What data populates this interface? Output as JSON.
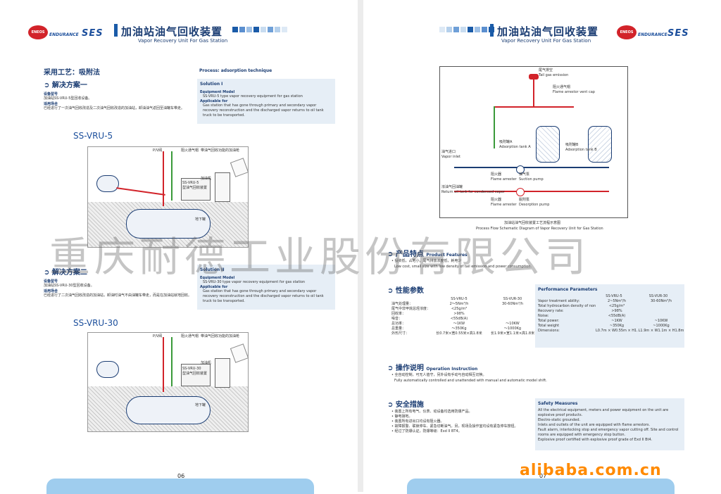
{
  "header": {
    "title_cn": "加油站油气回收装置",
    "title_en": "Vapor Recovery Unit For Gas Station",
    "logo_eneos": "ENEOS",
    "logo_endurance": "ENDURANCE",
    "logo_ses": "SES"
  },
  "left": {
    "process_cn": "采用工艺：吸附法",
    "process_en": "Process: adsorption technique",
    "solution1": {
      "heading_cn": "解决方案一",
      "heading_en": "Solution I",
      "model_label_cn": "设备型号",
      "model_text_cn": "加油站SS-VRU-5型回收设备。",
      "app_label_cn": "适用场合",
      "app_text_cn": "已经进行了一次油气回收改造及二次油气回收改造的加油站，卸油油气返回至油罐车带走。",
      "model_label_en": "Equipment Model",
      "model_text_en": "SS-VRU-5 type vapor recovery equipment for gas station",
      "app_label_en": "Applicable for",
      "app_text_en": "Gas station that has gone through primary and secondary vapor recovery reconstruction and the discharged vapor returns to oil tank truck to be transported.",
      "diagram_title": "SS-VRU-5",
      "labels": {
        "pv": "P/V阀",
        "flame": "阻火通气帽",
        "nozzle": "带油气回收功能的加油枪",
        "device": "SS-VRU-5\n型油气回收装置",
        "machine": "加油机",
        "tank": "地下罐"
      }
    },
    "solution2": {
      "heading_cn": "解决方案二",
      "heading_en": "Solution II",
      "model_label_cn": "设备型号",
      "model_text_cn": "加油站SS-VRU-30型回收设备。",
      "app_label_cn": "适用场合",
      "app_text_cn": "已经进行了二次油气回收改造的加油站，卸油时油气不由油罐车带走，而是在加油站就地回收。",
      "model_label_en": "Equipment Model",
      "model_text_en": "SS-VRU-30 type vapor recovery equipment for gas station",
      "app_label_en": "Applicable for",
      "app_text_en": "Gas station that has gone through primary and secondary vapor recovery reconstruction and the discharged vapor returns to oil tank truck to be transported.",
      "diagram_title": "SS-VRU-30",
      "labels": {
        "pv": "P/V阀",
        "flame": "阻火通气帽",
        "nozzle": "带油气回收功能的加油枪",
        "device": "SS-VRU-30\n型油气回收装置",
        "machine": "加油机",
        "tank": "地下罐"
      }
    },
    "page_number": "06"
  },
  "right": {
    "flow": {
      "caption_cn": "加油站油气回收装置工艺流程示意图",
      "caption_en": "Process Flow Schematic Diagram of Vapor Recovery Unit for Gas Station",
      "vent": "尾气排空",
      "vent_en": "Tail gas emission",
      "cap": "阻火通气帽",
      "cap_en": "Flame arrestor vent cap",
      "tankA": "吸附罐A",
      "tankA_en": "Adsorption tank A",
      "tankB": "吸附罐B",
      "tankB_en": "Adsorption tank B",
      "inlet": "油气进口",
      "inlet_en": "Vapor inlet",
      "arrester1": "阻火器",
      "arrester1_en": "Flame arrester",
      "suction": "抽气泵",
      "suction_en": "Suction pump",
      "return": "浓油气回油罐",
      "return_en": "Return oil tank for condensed vapor",
      "arrester2": "阻火器",
      "arrester2_en": "Flame arrester",
      "desorb": "脱附泵",
      "desorb_en": "Desorption pump"
    },
    "features": {
      "heading_cn": "产品特点",
      "heading_en": "Product Features",
      "text_cn": "• 投资低，占地小，尾气排放浓度低，耗电少",
      "text_en": "Low cost, small size with low density of tail emission and power consumption."
    },
    "performance": {
      "heading_cn": "性能参数",
      "heading_en": "Performance Parameters",
      "col1": "SS-VRU-5",
      "col2": "SS-VUR-30",
      "rows_cn": [
        [
          "油气处理量：",
          "2～5Nm³/h",
          "30-60Nm³/h"
        ],
        [
          "尾气中非甲烷总烃浓度：",
          "<25g/m³",
          ""
        ],
        [
          "回收率：",
          ">98%",
          ""
        ],
        [
          "噪音：",
          "<55dB(A)",
          ""
        ],
        [
          "总功率：",
          "～1KW",
          "～10KW"
        ],
        [
          "总重量：",
          "～350Kg",
          "～1000Kg"
        ],
        [
          "外形尺寸：",
          "长0.7米×宽0.55米×高1.8米",
          "长1.9米×宽1.1米×高1.8米"
        ]
      ],
      "rows_en": [
        [
          "Vapor treatment ability:",
          "2~5Nm³/h",
          "30-60Nm³/h"
        ],
        [
          "Total hydrocarbon density of non-methane in tail gas:",
          "<25g/m³",
          ""
        ],
        [
          "Recovery rate:",
          ">98%",
          ""
        ],
        [
          "Noise:",
          "<55dB(A)",
          ""
        ],
        [
          "Total power:",
          "~1KW",
          "~10KW"
        ],
        [
          "Total weight",
          "~350Kg",
          "~1000Kg"
        ],
        [
          "Dimensions:",
          "L0.7m × W0.55m × H1.8m",
          "L1.9m × W1.1m × H1.8m"
        ]
      ]
    },
    "operation": {
      "heading_cn": "操作说明",
      "heading_en": "Operation Instruction",
      "text_cn": "• 全自动控制，可无人值守，另外设有手动与自动相互切换。",
      "text_en": "Fully automatically controlled and unattended with manual and automatic model shift."
    },
    "safety": {
      "heading_cn": "安全措施",
      "heading_en": "Safety Measures",
      "items_cn": [
        "• 装置上所有电气、仪表、动设备均选用防爆产品。",
        "• 静电接地。",
        "• 装置所有进出口均设有阻火器。",
        "• 故障报警、联锁停车、紧急切断油气。另，现场及操作室均设有紧急停车按钮。",
        "• 经过了防爆认证，防爆等级：Exd II BT4。"
      ],
      "items_en": [
        "All the electrical equipment, meters and power equipment on the unit are explosive proof products.",
        "Electro-static grounded.",
        "Inlets and outlets of the unit are equipped with flame arrestors.",
        "Fault alarm, interlocking stop and emergency vapor cutting off. Site and control rooms are equipped with emergency stop button.",
        "Explosive proof certified with explosive proof grade of Exd II Bt4."
      ]
    },
    "page_number": "07"
  },
  "watermark": "重庆耐德工业股份有限公司",
  "alibaba": "alibaba.com.cn"
}
